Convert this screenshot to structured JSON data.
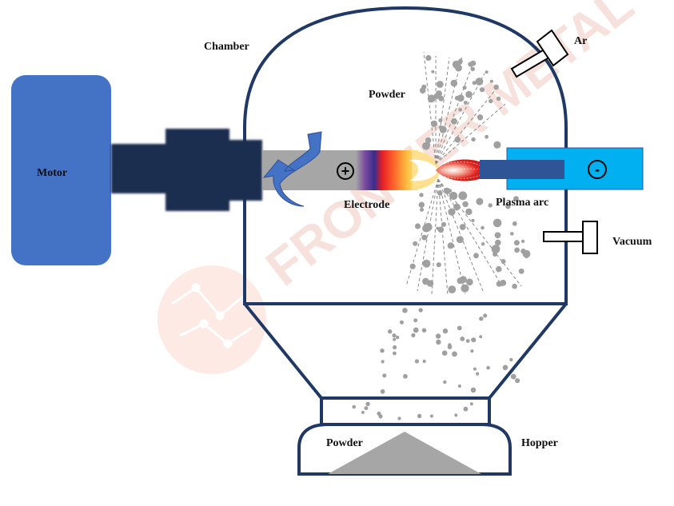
{
  "labels": {
    "chamber": "Chamber",
    "motor": "Motor",
    "powder_top": "Powder",
    "electrode": "Electrode",
    "plasma_arc": "Plasma arc",
    "ar": "Ar",
    "vacuum": "Vacuum",
    "powder_bottom": "Powder",
    "hopper": "Hopper"
  },
  "symbols": {
    "anode": "+",
    "cathode": "-"
  },
  "watermark": {
    "text": "FRONTIER METAL"
  },
  "colors": {
    "vessel_outline": "#1f3864",
    "motor": "#4472c4",
    "shaft": "#1f2d50",
    "electrode_body": "#a6a6a6",
    "cathode_box": "#00b0f0",
    "cathode_rod": "#2f5597",
    "arc_red": "#e0201b",
    "rotation_arrow": "#4472c4",
    "particle": "#a0a0a0",
    "powder_pile": "#a6a6a6",
    "watermark": "#f7c6bc"
  }
}
